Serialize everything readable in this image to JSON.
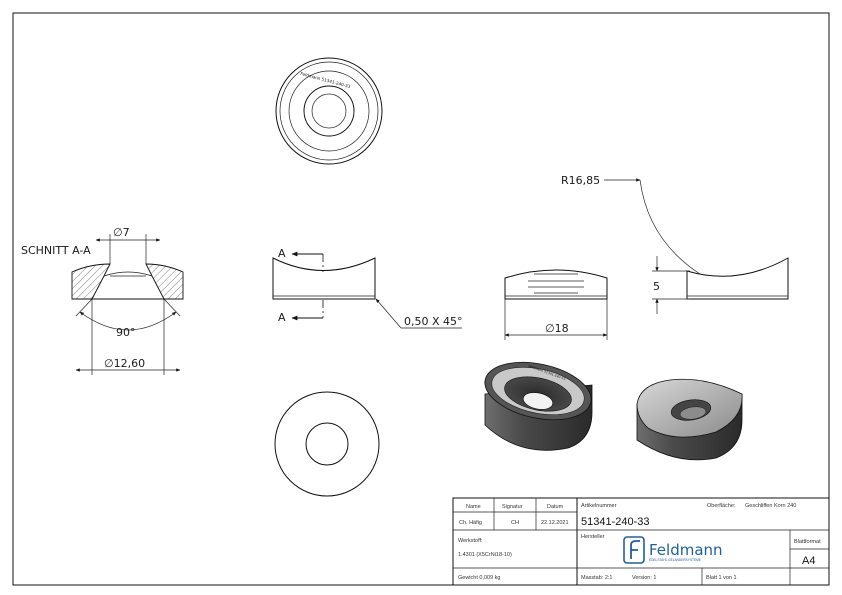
{
  "section": {
    "title": "SCHNITT A-A",
    "dia_top": "∅7",
    "angle": "90°",
    "dia_bottom": "∅12,60"
  },
  "front_view": {
    "cut_top": "A",
    "cut_bottom": "A",
    "chamfer": "0,50 X 45°"
  },
  "side_view": {
    "dia": "∅18"
  },
  "right_view": {
    "radius": "R16,85",
    "height": "5"
  },
  "top_view": {
    "engraving": "Feldmann 51341-240-33"
  },
  "title_block": {
    "headers": {
      "name": "Name",
      "signature": "Signatur",
      "date": "Datum"
    },
    "row": {
      "name": "Ch. Häfig",
      "signature": "CH",
      "date": "22.12.2021"
    },
    "article_label": "Artikelnummer",
    "article_number": "51341-240-33",
    "surface_label": "Oberfläche:",
    "surface_value": "Geschliffen Korn 240",
    "manufacturer_label": "Hersteller",
    "material_label": "Werkstoff:",
    "material_value": "1.4301 (X5CrNi18-10)",
    "weight": "Gewicht 0,009 kg",
    "scale": "Masstab: 2:1",
    "version": "Version: 1",
    "sheet": "Blatt 1 von 1",
    "format_label": "Blattformat",
    "format_value": "A4",
    "logo_text": "Feldmann",
    "logo_sub": "EDELSTAHL GELANDERSYSTEME"
  },
  "colors": {
    "ink": "#1a1a1a",
    "logo": "#1f5fa3",
    "part_dark": "#3a3a3a",
    "part_light": "#9a9a9a"
  }
}
